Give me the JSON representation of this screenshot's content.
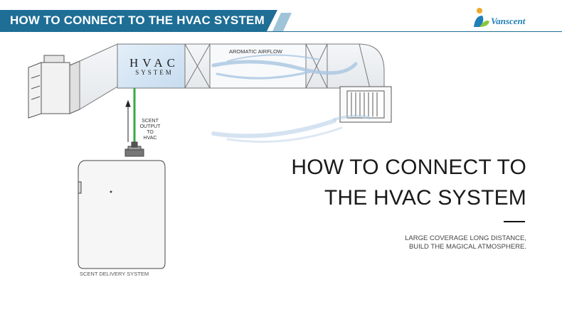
{
  "banner": {
    "title": "HOW TO CONNECT TO THE HVAC SYSTEM",
    "color": "#1e6e96"
  },
  "logo": {
    "text": "Vanscent",
    "icon": "person-leaf-icon"
  },
  "diagram": {
    "hvac_unit": {
      "line1": "HVAC",
      "line2": "SYSTEM"
    },
    "airflow_label": "AROMATIC AIRFLOW",
    "scent_output": {
      "line1": "SCENT",
      "line2": "OUTPUT",
      "line3": "TO",
      "line4": "HVAC"
    },
    "device_label": "SCENT DELIVERY SYSTEM",
    "pipe_color": "#3aa84a",
    "airflow_color": "#a9c6e2"
  },
  "headline": {
    "line1": "HOW TO CONNECT TO",
    "line2": "THE HVAC SYSTEM"
  },
  "tagline": {
    "line1": "LARGE COVERAGE LONG DISTANCE,",
    "line2": "BUILD THE MAGICAL ATMOSPHERE."
  }
}
